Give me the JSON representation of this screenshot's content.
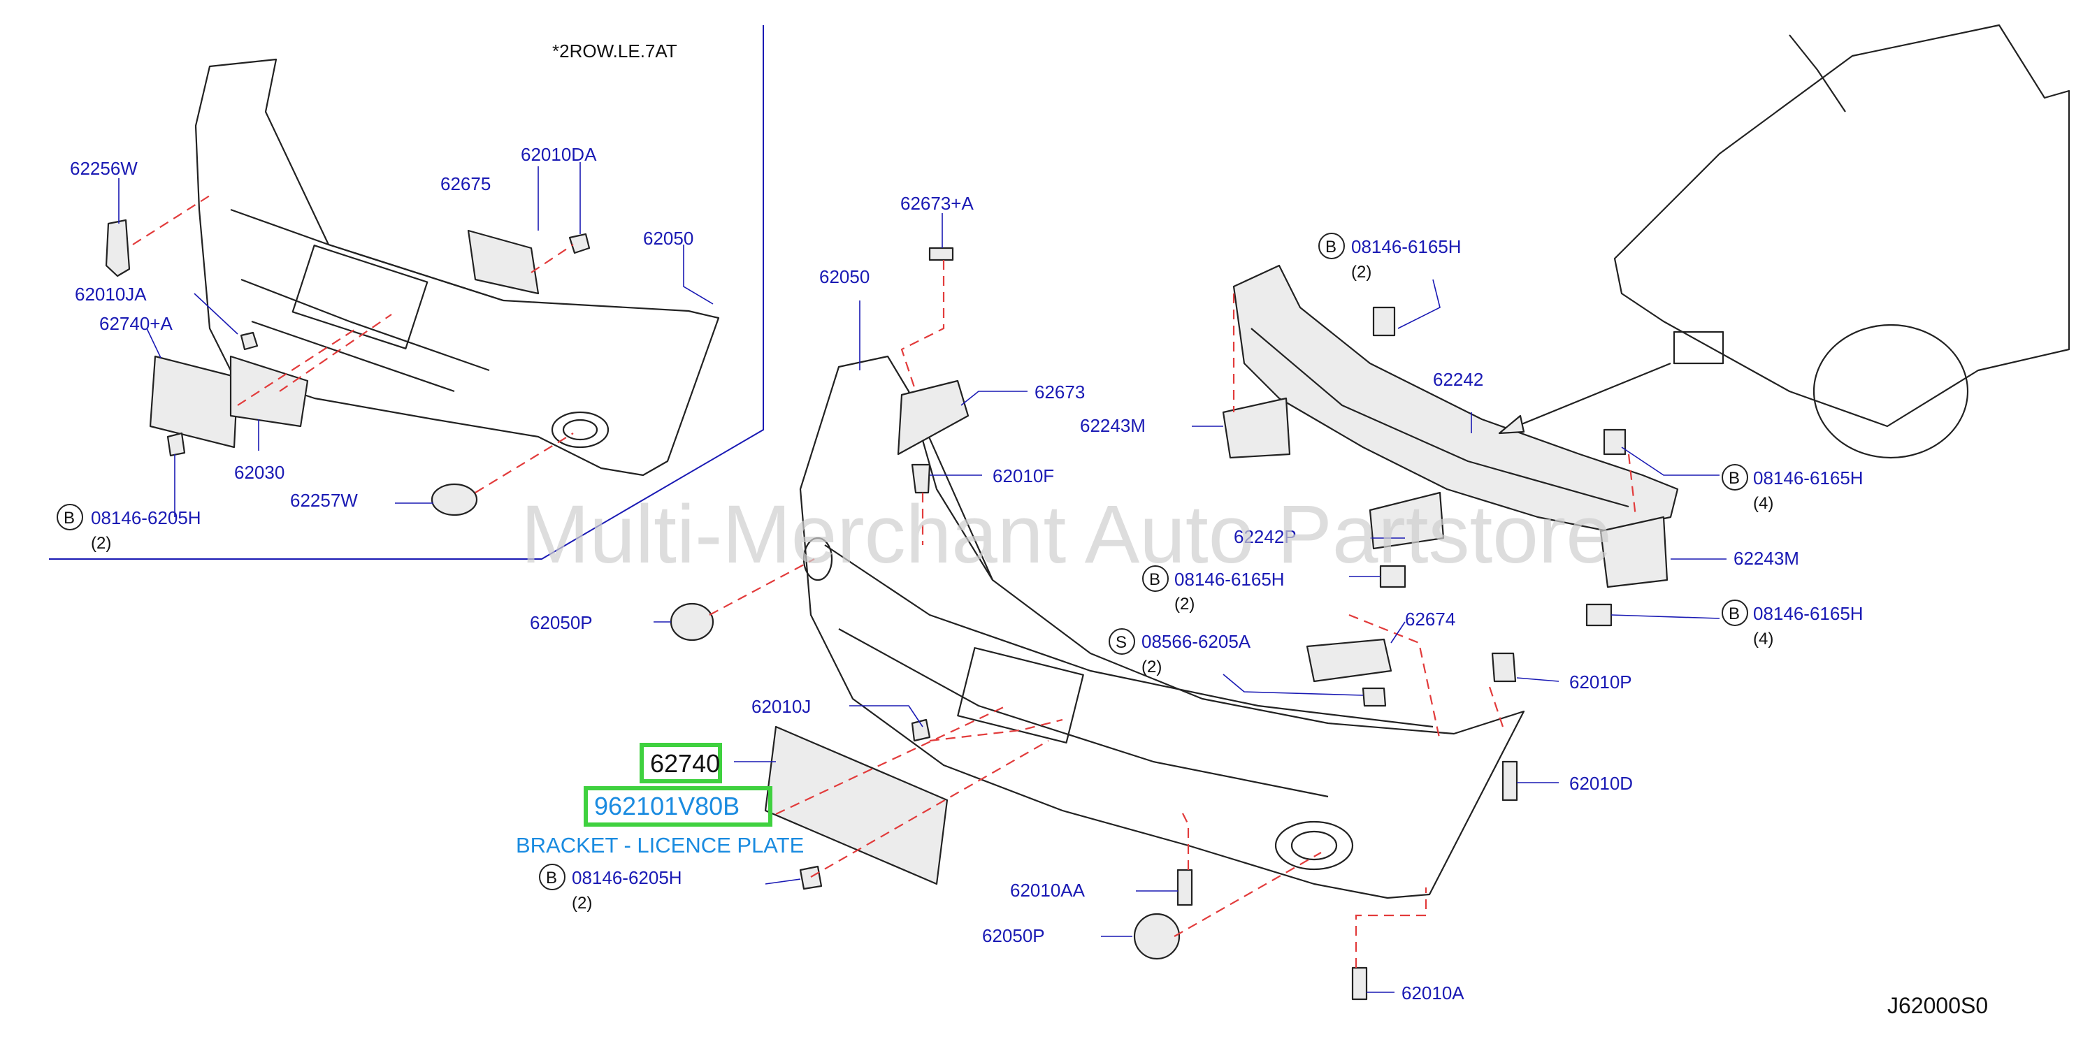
{
  "watermark": "Multi-Merchant Auto Partstore",
  "inset_note": "*2ROW.LE.7AT",
  "diagram_code": "J62000S0",
  "highlight": {
    "part_number": "62740",
    "oem_number": "962101V80B",
    "description": "BRACKET - LICENCE PLATE"
  },
  "labels": {
    "p62256W": "62256W",
    "p62010DA": "62010DA",
    "p62675": "62675",
    "p62050_inset": "62050",
    "p62010JA": "62010JA",
    "p62740A": "62740+A",
    "p62030": "62030",
    "p62257W": "62257W",
    "p08146_6205H_inset": "08146-6205H",
    "p62673A": "62673+A",
    "p62050": "62050",
    "p62673": "62673",
    "p62010F": "62010F",
    "p62050P_left": "62050P",
    "p62010J": "62010J",
    "p08146_6205H": "08146-6205H",
    "p62010AA": "62010AA",
    "p62050P_bottom": "62050P",
    "p62010A": "62010A",
    "p62010D": "62010D",
    "p62010P": "62010P",
    "p62674": "62674",
    "p08566_6205A": "08566-6205A",
    "p08146_6165H_a": "08146-6165H",
    "p62242P": "62242P",
    "p62243M_left": "62243M",
    "p62242": "62242",
    "p08146_6165H_top": "08146-6165H",
    "p08146_6165H_right": "08146-6165H",
    "p62243M_right": "62243M",
    "p08146_6165H_low": "08146-6165H"
  },
  "markers": {
    "B": "B",
    "S": "S"
  },
  "quantities": {
    "q_inset_6205H": "(2)",
    "q_6205H": "(2)",
    "q_6205A": "(2)",
    "q_6165H_a": "(2)",
    "q_6165H_top": "(2)",
    "q_6165H_right": "(4)",
    "q_6165H_low": "(4)"
  },
  "colors": {
    "label": "#1a1ab4",
    "leader_dash": "#e23b3b",
    "highlight": "#3fd13f",
    "desc": "#1a8be0"
  }
}
